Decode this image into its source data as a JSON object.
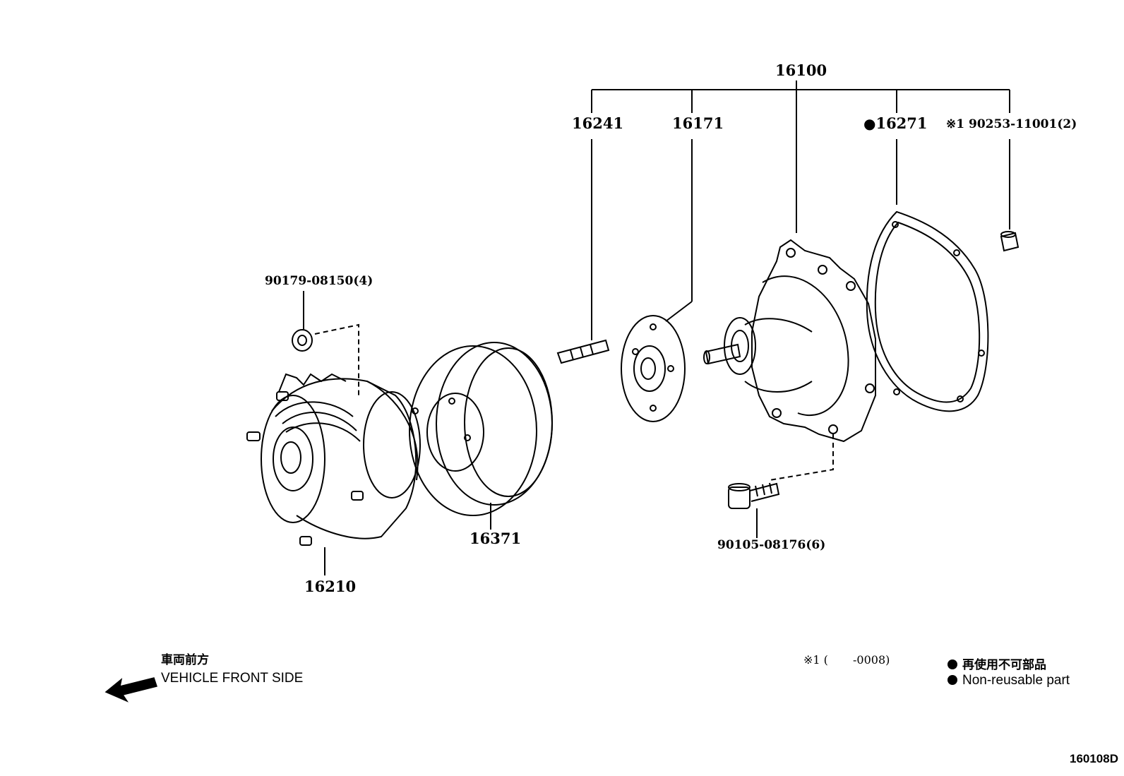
{
  "parts": {
    "assembly": "16100",
    "stud": "16241",
    "flange": "16171",
    "gasket": "16271",
    "gasket_marker": "●",
    "pin_note": "※1",
    "pin": "90253-11001(2)",
    "nut": "90179-08150(4)",
    "fan_clutch": "16210",
    "pulley": "16371",
    "bolt": "90105-08176(6)"
  },
  "direction": {
    "jp": "車両前方",
    "en": "VEHICLE FRONT SIDE"
  },
  "legend": {
    "footnote_mark": "※1 (",
    "footnote_range": "-0008)",
    "nonreusable_jp": "再使用不可部品",
    "nonreusable_en": "Non-reusable part"
  },
  "diagram_code": "160108D"
}
